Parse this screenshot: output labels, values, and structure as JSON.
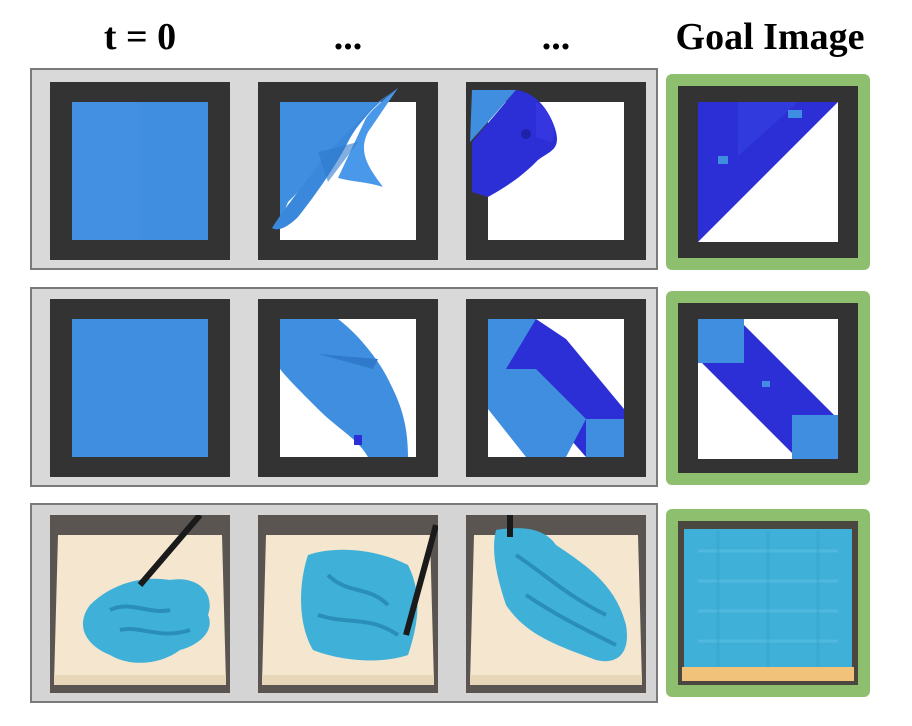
{
  "headers": {
    "col1": "t = 0",
    "col2": "...",
    "col3": "...",
    "col4": "Goal Image"
  },
  "colors": {
    "sim_border": "#333333",
    "cloth_light": "#3f8ee0",
    "cloth_dark": "#2d2fd6",
    "goal_frame": "#8dbf6e",
    "row_background": "#d9d9d9",
    "real_towel": "#3fb0d8",
    "real_board": "#f4e6cf",
    "real_background": "#5a5550"
  },
  "rows": [
    {
      "kind": "simulation",
      "task": "diagonal-fold"
    },
    {
      "kind": "simulation",
      "task": "double-corner-fold"
    },
    {
      "kind": "real",
      "task": "towel-flatten"
    }
  ]
}
